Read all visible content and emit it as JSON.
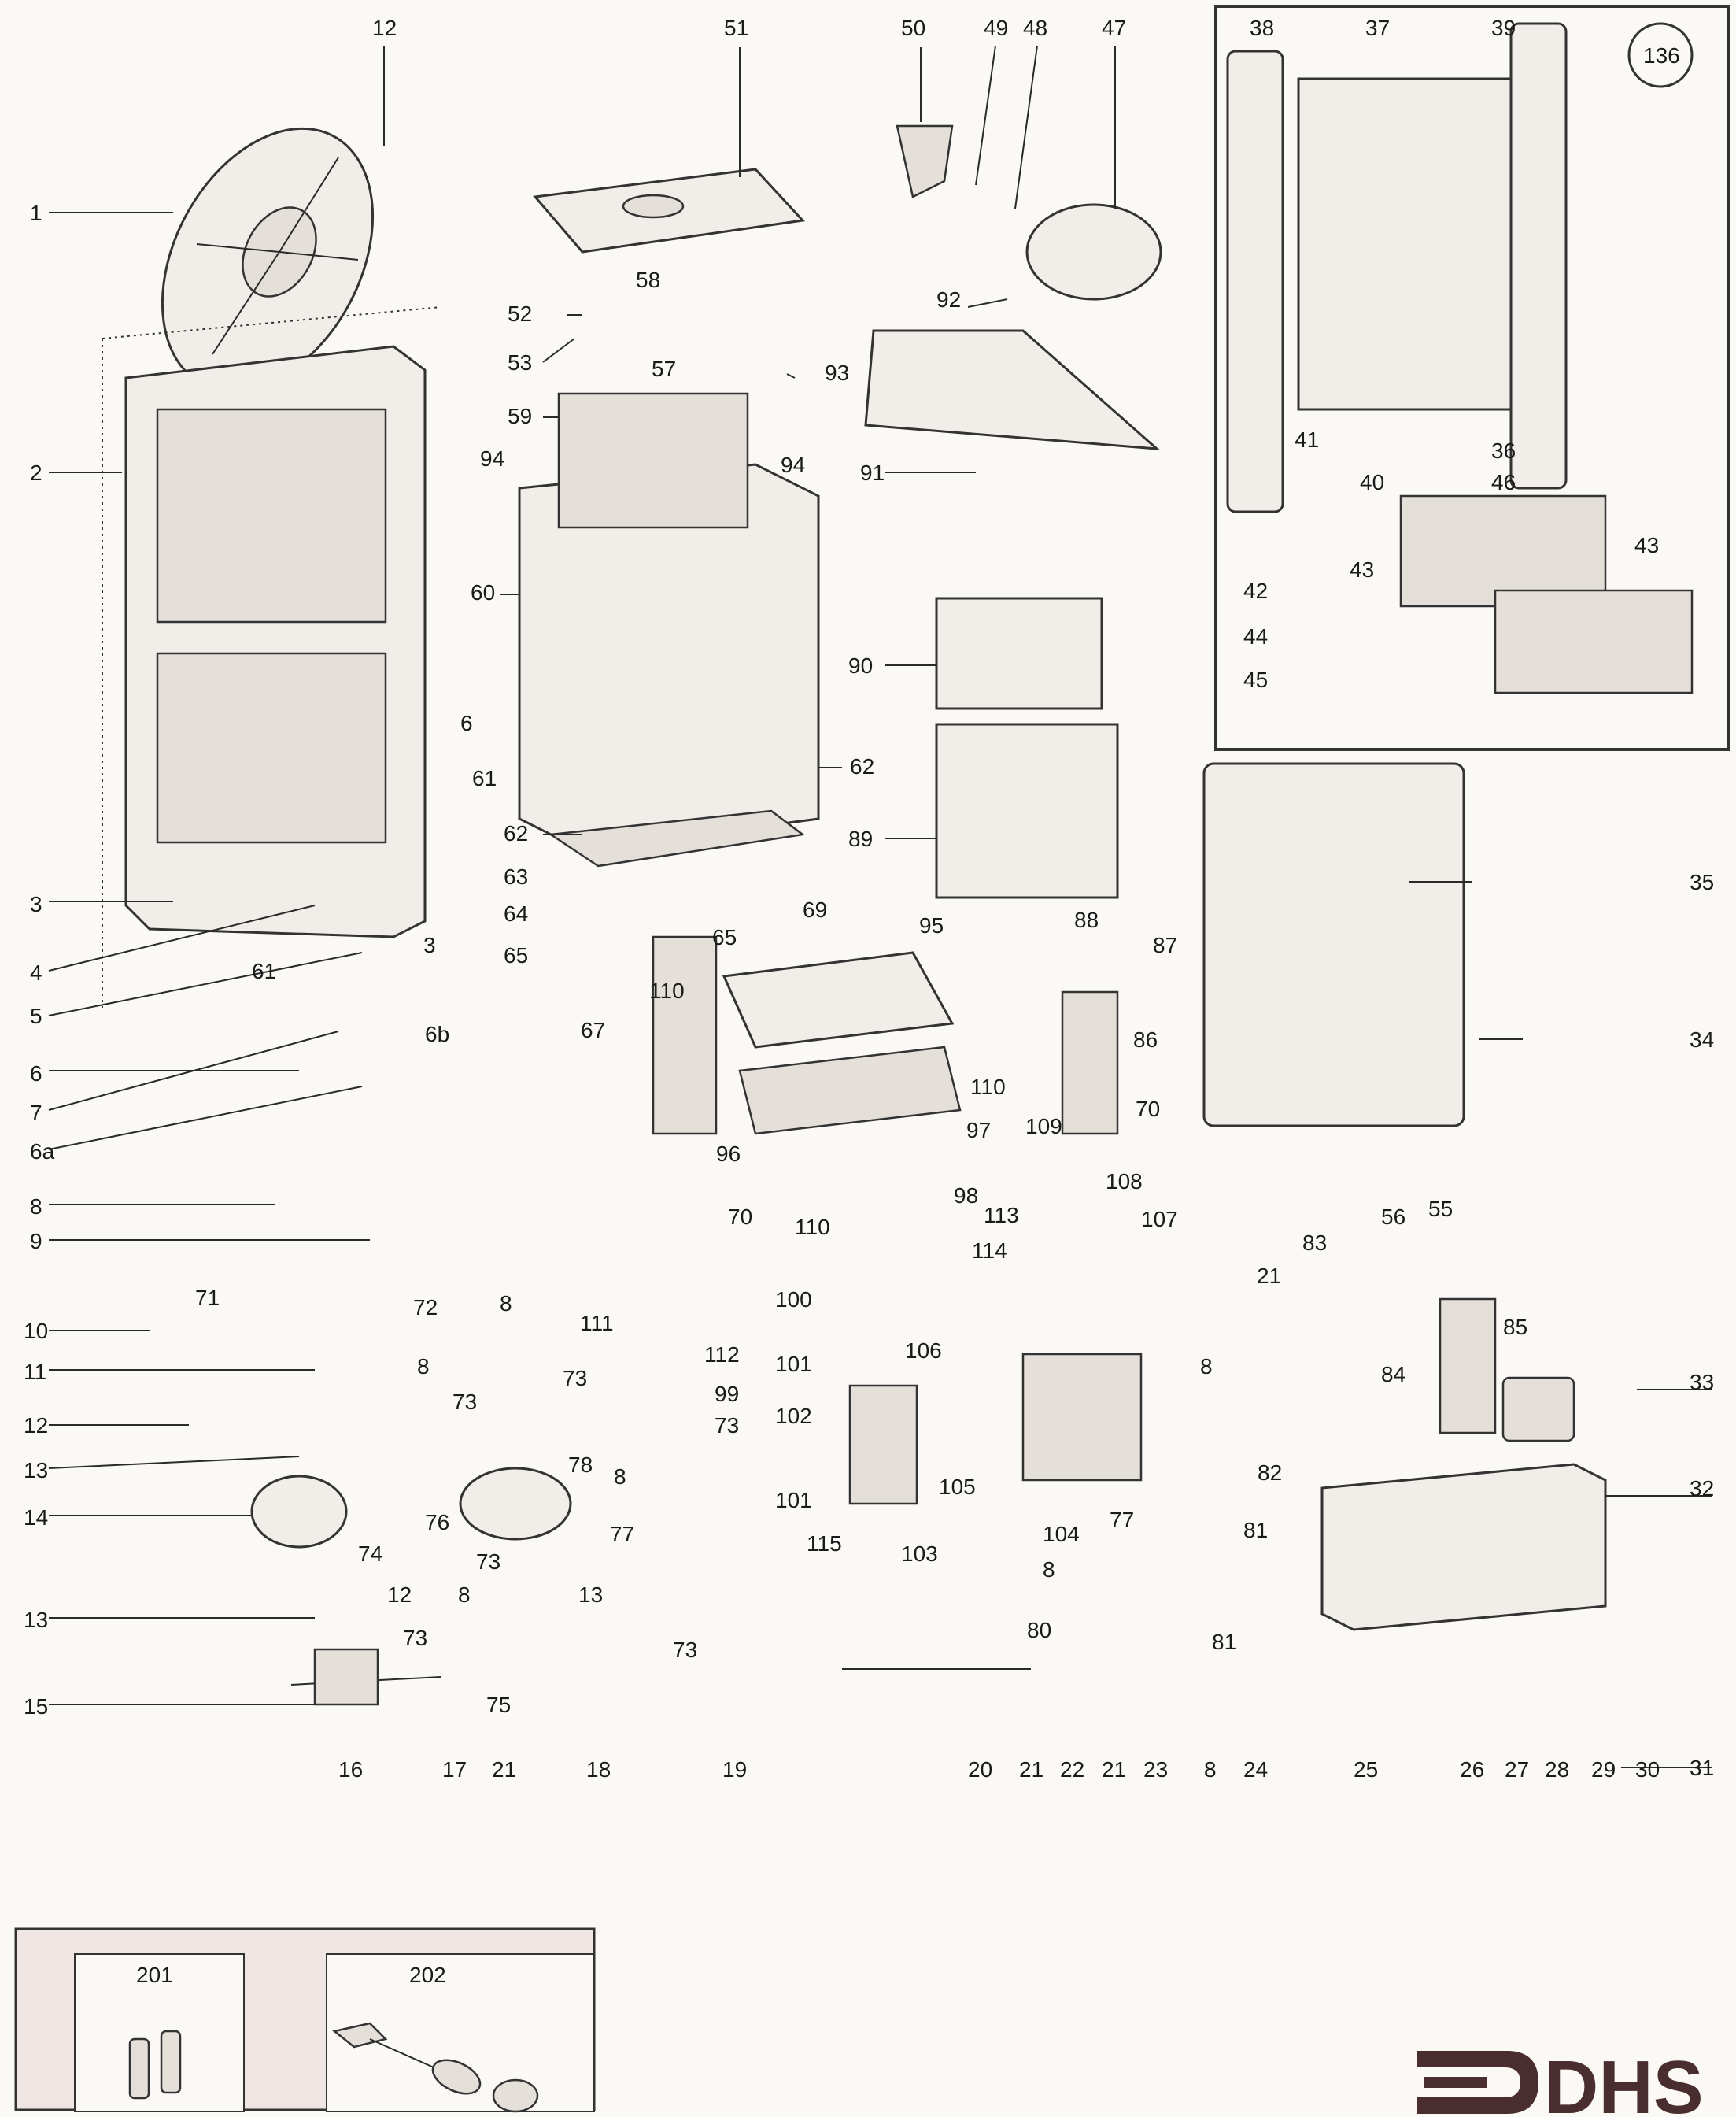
{
  "inset": {
    "number": "136"
  },
  "accessories": {
    "box1_label": "201",
    "box2_label": "202"
  },
  "brand": {
    "logo_text": "DHS",
    "color": "#4a2d2f"
  },
  "labels": [
    {
      "id": "1",
      "text": "1"
    },
    {
      "id": "12a",
      "text": "12"
    },
    {
      "id": "2",
      "text": "2"
    },
    {
      "id": "3a",
      "text": "3"
    },
    {
      "id": "4",
      "text": "4"
    },
    {
      "id": "5",
      "text": "5"
    },
    {
      "id": "6a",
      "text": "6"
    },
    {
      "id": "7",
      "text": "7"
    },
    {
      "id": "6aa",
      "text": "6a"
    },
    {
      "id": "8a",
      "text": "8"
    },
    {
      "id": "9",
      "text": "9"
    },
    {
      "id": "10",
      "text": "10"
    },
    {
      "id": "11",
      "text": "11"
    },
    {
      "id": "12b",
      "text": "12"
    },
    {
      "id": "13a",
      "text": "13"
    },
    {
      "id": "14",
      "text": "14"
    },
    {
      "id": "13b",
      "text": "13"
    },
    {
      "id": "15",
      "text": "15"
    },
    {
      "id": "16",
      "text": "16"
    },
    {
      "id": "17",
      "text": "17"
    },
    {
      "id": "21a",
      "text": "21"
    },
    {
      "id": "18",
      "text": "18"
    },
    {
      "id": "19",
      "text": "19"
    },
    {
      "id": "6b2",
      "text": "6"
    },
    {
      "id": "61a",
      "text": "61"
    },
    {
      "id": "61b",
      "text": "61"
    },
    {
      "id": "3b",
      "text": "3"
    },
    {
      "id": "6b",
      "text": "6b"
    },
    {
      "id": "71",
      "text": "71"
    },
    {
      "id": "72",
      "text": "72"
    },
    {
      "id": "8b",
      "text": "8"
    },
    {
      "id": "8c",
      "text": "8"
    },
    {
      "id": "73a",
      "text": "73"
    },
    {
      "id": "76",
      "text": "76"
    },
    {
      "id": "73b",
      "text": "73"
    },
    {
      "id": "78",
      "text": "78"
    },
    {
      "id": "73c",
      "text": "73"
    },
    {
      "id": "8d",
      "text": "8"
    },
    {
      "id": "77a",
      "text": "77"
    },
    {
      "id": "74",
      "text": "74"
    },
    {
      "id": "12c",
      "text": "12"
    },
    {
      "id": "8e",
      "text": "8"
    },
    {
      "id": "73d",
      "text": "73"
    },
    {
      "id": "75",
      "text": "75"
    },
    {
      "id": "13c",
      "text": "13"
    },
    {
      "id": "73e",
      "text": "73"
    },
    {
      "id": "73f",
      "text": "73"
    },
    {
      "id": "111",
      "text": "111"
    },
    {
      "id": "112",
      "text": "112"
    },
    {
      "id": "99",
      "text": "99"
    },
    {
      "id": "51",
      "text": "51"
    },
    {
      "id": "50",
      "text": "50"
    },
    {
      "id": "49",
      "text": "49"
    },
    {
      "id": "48",
      "text": "48"
    },
    {
      "id": "47",
      "text": "47"
    },
    {
      "id": "58",
      "text": "58"
    },
    {
      "id": "52",
      "text": "52"
    },
    {
      "id": "53",
      "text": "53"
    },
    {
      "id": "57",
      "text": "57"
    },
    {
      "id": "93",
      "text": "93"
    },
    {
      "id": "92",
      "text": "92"
    },
    {
      "id": "59",
      "text": "59"
    },
    {
      "id": "94a",
      "text": "94"
    },
    {
      "id": "94b",
      "text": "94"
    },
    {
      "id": "91",
      "text": "91"
    },
    {
      "id": "60",
      "text": "60"
    },
    {
      "id": "90",
      "text": "90"
    },
    {
      "id": "62a",
      "text": "62"
    },
    {
      "id": "62b",
      "text": "62"
    },
    {
      "id": "63",
      "text": "63"
    },
    {
      "id": "89",
      "text": "89"
    },
    {
      "id": "64",
      "text": "64"
    },
    {
      "id": "69",
      "text": "69"
    },
    {
      "id": "65a",
      "text": "65"
    },
    {
      "id": "65b",
      "text": "65"
    },
    {
      "id": "95",
      "text": "95"
    },
    {
      "id": "88",
      "text": "88"
    },
    {
      "id": "87",
      "text": "87"
    },
    {
      "id": "86",
      "text": "86"
    },
    {
      "id": "110a",
      "text": "110"
    },
    {
      "id": "67",
      "text": "67"
    },
    {
      "id": "110b",
      "text": "110"
    },
    {
      "id": "109",
      "text": "109"
    },
    {
      "id": "70a",
      "text": "70"
    },
    {
      "id": "97",
      "text": "97"
    },
    {
      "id": "96",
      "text": "96"
    },
    {
      "id": "98",
      "text": "98"
    },
    {
      "id": "70b",
      "text": "70"
    },
    {
      "id": "110c",
      "text": "110"
    },
    {
      "id": "100",
      "text": "100"
    },
    {
      "id": "101a",
      "text": "101"
    },
    {
      "id": "102",
      "text": "102"
    },
    {
      "id": "106",
      "text": "106"
    },
    {
      "id": "101b",
      "text": "101"
    },
    {
      "id": "115",
      "text": "115"
    },
    {
      "id": "103",
      "text": "103"
    },
    {
      "id": "113",
      "text": "113"
    },
    {
      "id": "108",
      "text": "108"
    },
    {
      "id": "107",
      "text": "107"
    },
    {
      "id": "114",
      "text": "114"
    },
    {
      "id": "105",
      "text": "105"
    },
    {
      "id": "104",
      "text": "104"
    },
    {
      "id": "77b",
      "text": "77"
    },
    {
      "id": "8f",
      "text": "8"
    },
    {
      "id": "80",
      "text": "80"
    },
    {
      "id": "20",
      "text": "20"
    },
    {
      "id": "21b",
      "text": "21"
    },
    {
      "id": "22",
      "text": "22"
    },
    {
      "id": "21c",
      "text": "21"
    },
    {
      "id": "23",
      "text": "23"
    },
    {
      "id": "8g",
      "text": "8"
    },
    {
      "id": "24",
      "text": "24"
    },
    {
      "id": "21d",
      "text": "21"
    },
    {
      "id": "8h",
      "text": "8"
    },
    {
      "id": "83",
      "text": "83"
    },
    {
      "id": "56",
      "text": "56"
    },
    {
      "id": "55",
      "text": "55"
    },
    {
      "id": "84",
      "text": "84"
    },
    {
      "id": "85",
      "text": "85"
    },
    {
      "id": "33",
      "text": "33"
    },
    {
      "id": "82",
      "text": "82"
    },
    {
      "id": "81a",
      "text": "81"
    },
    {
      "id": "81b",
      "text": "81"
    },
    {
      "id": "32",
      "text": "32"
    },
    {
      "id": "31",
      "text": "31"
    },
    {
      "id": "25",
      "text": "25"
    },
    {
      "id": "26",
      "text": "26"
    },
    {
      "id": "27",
      "text": "27"
    },
    {
      "id": "28",
      "text": "28"
    },
    {
      "id": "29",
      "text": "29"
    },
    {
      "id": "30",
      "text": "30"
    },
    {
      "id": "35",
      "text": "35"
    },
    {
      "id": "34",
      "text": "34"
    },
    {
      "id": "38",
      "text": "38"
    },
    {
      "id": "37",
      "text": "37"
    },
    {
      "id": "39",
      "text": "39"
    },
    {
      "id": "41",
      "text": "41"
    },
    {
      "id": "40",
      "text": "40"
    },
    {
      "id": "36",
      "text": "36"
    },
    {
      "id": "46",
      "text": "46"
    },
    {
      "id": "43a",
      "text": "43"
    },
    {
      "id": "43b",
      "text": "43"
    },
    {
      "id": "42",
      "text": "42"
    },
    {
      "id": "44",
      "text": "44"
    },
    {
      "id": "45",
      "text": "45"
    }
  ]
}
